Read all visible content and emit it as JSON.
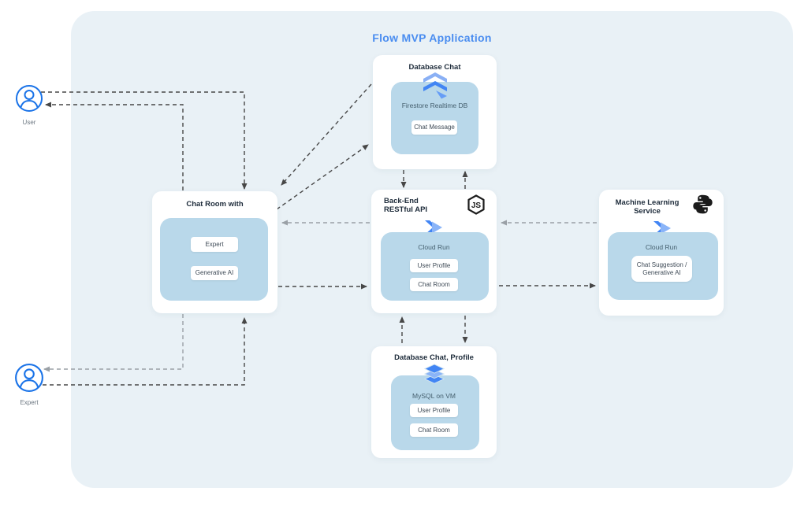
{
  "diagram": {
    "title": "Flow MVP Application"
  },
  "actors": {
    "user": {
      "label": "User",
      "icon": "user-icon"
    },
    "expert": {
      "label": "Expert",
      "icon": "user-icon"
    }
  },
  "cards": {
    "database_chat": {
      "title": "Database Chat",
      "icon": "firestore-icon",
      "service": "Firestore Realtime DB",
      "items": [
        "Chat Message"
      ]
    },
    "chat_room": {
      "title": "Chat Room with",
      "items": [
        "Expert",
        "Generative AI"
      ]
    },
    "backend": {
      "title_line1": "Back-End",
      "title_line2": "RESTful API",
      "corner_icon": "nodejs-icon",
      "service_icon": "cloud-run-icon",
      "service": "Cloud Run",
      "items": [
        "User Profile",
        "Chat Room"
      ]
    },
    "ml_service": {
      "title_line1": "Machine Learning",
      "title_line2": "Service",
      "corner_icon": "python-icon",
      "service_icon": "cloud-run-icon",
      "service": "Cloud Run",
      "items": [
        "Chat Suggestion / Generative AI"
      ]
    },
    "database_profile": {
      "title": "Database Chat, Profile",
      "icon": "mysql-stack-icon",
      "service": "MySQL on VM",
      "items": [
        "User Profile",
        "Chat Room"
      ]
    }
  },
  "icons": {
    "user": "person-in-circle outline",
    "firestore": "stacked blue chevrons",
    "cloud_run": "double blue right chevrons",
    "nodejs": "hexagon with JS letters",
    "python": "black python snakes logo",
    "mysql_stack": "three stacked blue layers"
  },
  "colors": {
    "title_accent": "#4a8df0",
    "panel_bg": "#e9f1f6",
    "node_fill": "#b9d8ea",
    "actor_stroke": "#1a73e8",
    "arrow_dark": "#474747",
    "arrow_gray": "#9aa0a6"
  }
}
